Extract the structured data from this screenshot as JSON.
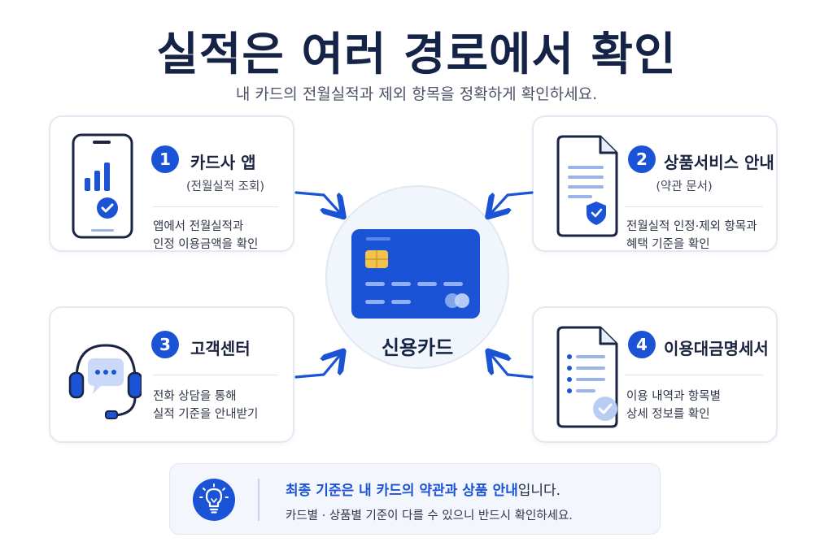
{
  "title": "실적은 여러 경로에서 확인",
  "subtitle": "내 카드의 전월실적과 제외 항목을 정확하게 확인하세요.",
  "center": {
    "label": "신용카드"
  },
  "cards": [
    {
      "num": "1",
      "title": "카드사 앱",
      "sub": "(전월실적 조회)",
      "desc": [
        "앱에서 전월실적과",
        "인정 이용금액을 확인"
      ]
    },
    {
      "num": "2",
      "title": "상품서비스 안내",
      "sub": "(약관 문서)",
      "desc": [
        "전월실적 인정·제외 항목과",
        "혜택 기준을 확인"
      ]
    },
    {
      "num": "3",
      "title": "고객센터",
      "sub": "",
      "desc": [
        "전화 상담을 통해",
        "실적 기준을 안내받기"
      ]
    },
    {
      "num": "4",
      "title": "이용대금명세서",
      "sub": "",
      "desc": [
        "이용 내역과 항목별",
        "상세 정보를 확인"
      ]
    }
  ],
  "notice": {
    "line1_highlight": "최종 기준은 내 카드의 약관과 상품 안내",
    "line1_rest": "입니다.",
    "line2": "카드별 · 상품별 기준이 다를 수 있으니 반드시 확인하세요."
  },
  "colors": {
    "accent": "#1a53d6",
    "title": "#152347",
    "card_border": "#e3e9f3"
  }
}
